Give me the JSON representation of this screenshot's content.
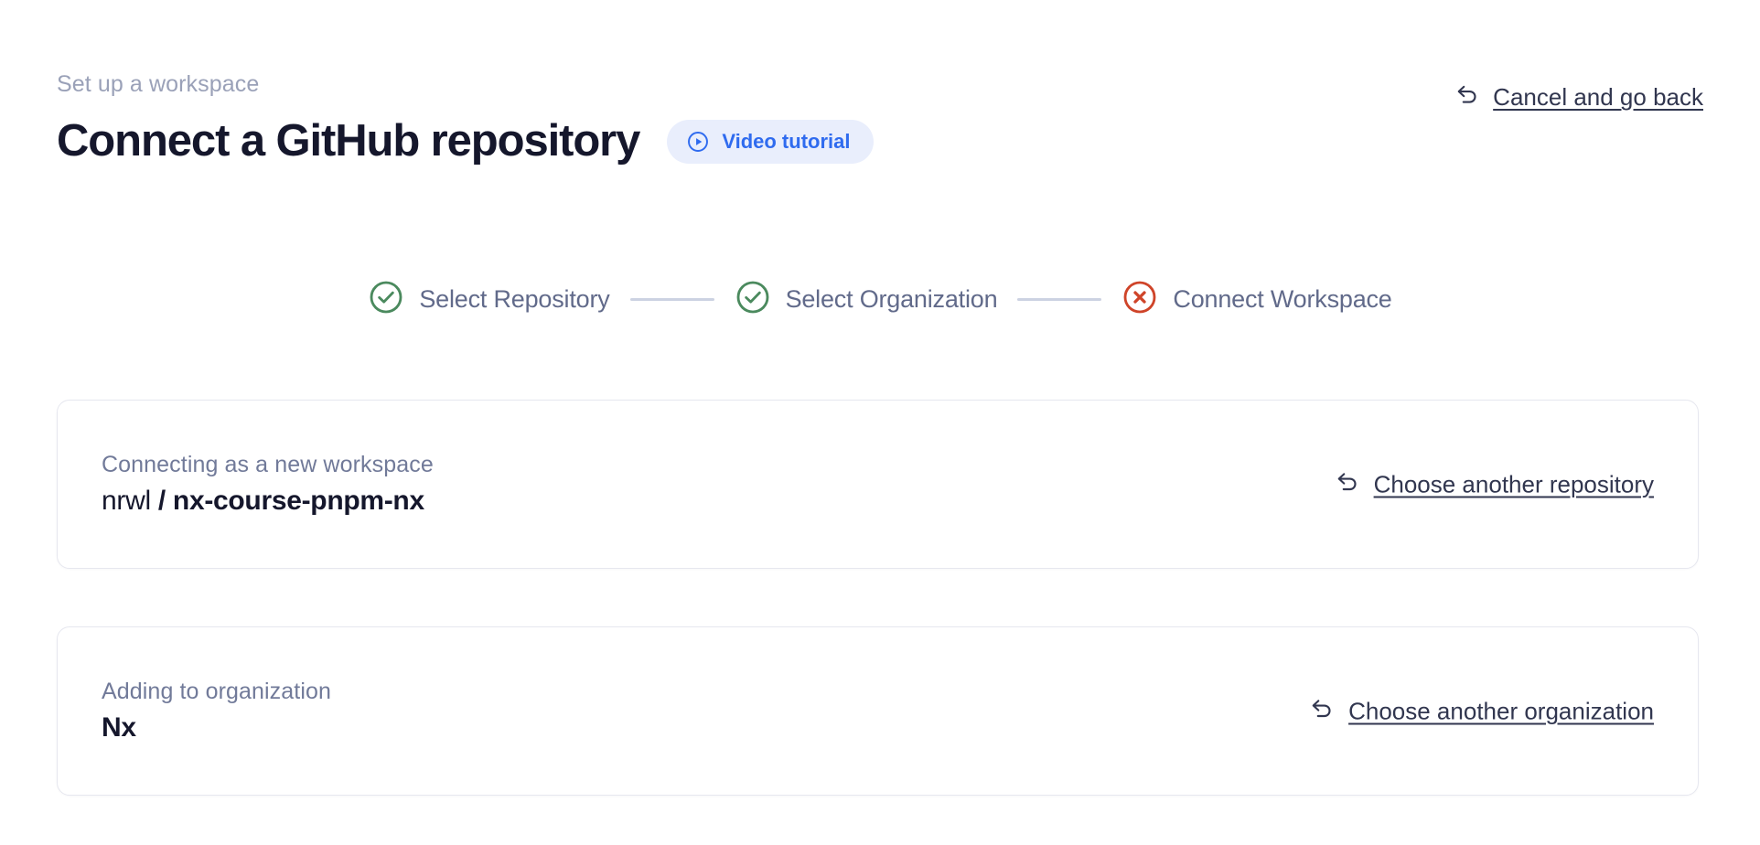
{
  "header": {
    "eyebrow": "Set up a workspace",
    "title": "Connect a GitHub repository",
    "video_badge_label": "Video tutorial",
    "video_badge_icon": "play-circle-icon",
    "cancel_label": "Cancel and go back",
    "cancel_icon": "undo-arrow-icon"
  },
  "stepper": {
    "steps": [
      {
        "label": "Select Repository",
        "state": "complete",
        "icon": "check-circle-icon"
      },
      {
        "label": "Select Organization",
        "state": "complete",
        "icon": "check-circle-icon"
      },
      {
        "label": "Connect Workspace",
        "state": "error",
        "icon": "x-circle-icon"
      }
    ]
  },
  "cards": [
    {
      "caption": "Connecting as a new workspace",
      "owner": "nrwl",
      "separator": " / ",
      "repo": "nx-course-pnpm-nx",
      "link_label": "Choose another repository",
      "link_icon": "undo-arrow-icon"
    },
    {
      "caption": "Adding to organization",
      "value": "Nx",
      "link_label": "Choose another organization",
      "link_icon": "undo-arrow-icon"
    }
  ],
  "colors": {
    "accent_blue": "#2f6bef",
    "badge_background": "#e9eefc",
    "success_green": "#4b8a5e",
    "error_red": "#cf4429",
    "text_ink": "#15172c",
    "text_slate": "#616a8a",
    "card_border": "#e6e7ef",
    "connector_line": "#ccd2e2"
  }
}
